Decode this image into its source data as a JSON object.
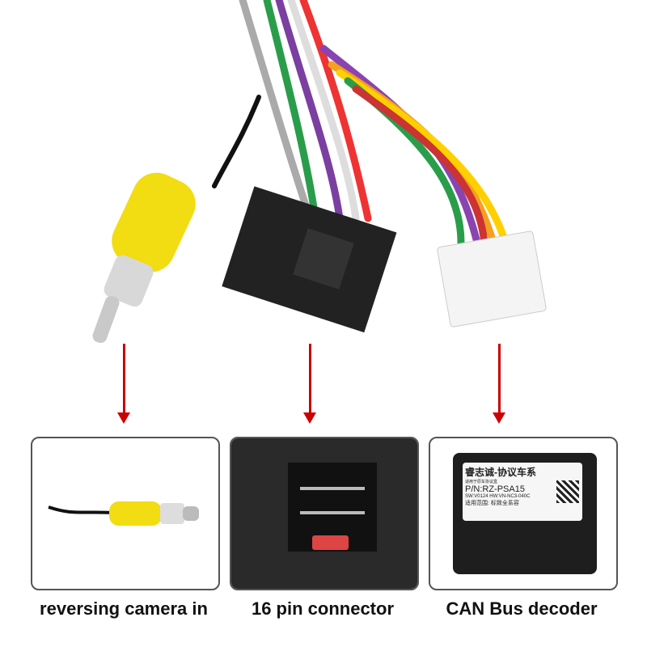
{
  "captions": {
    "camera": "reversing camera in",
    "connector": "16 pin connector",
    "decoder": "CAN Bus decoder"
  },
  "decoder_label": {
    "brand": "睿志诚-协议车系",
    "subtitle": "适用于原车协议盒",
    "part_number": "P/N:RZ-PSA15",
    "versions": "SW:V0124  HW:VN-NC3-040C",
    "scope": "适用范围: 标致全系容"
  },
  "colors": {
    "arrow": "#cc0000",
    "rca_yellow": "#f2dc12",
    "border": "#555555"
  }
}
